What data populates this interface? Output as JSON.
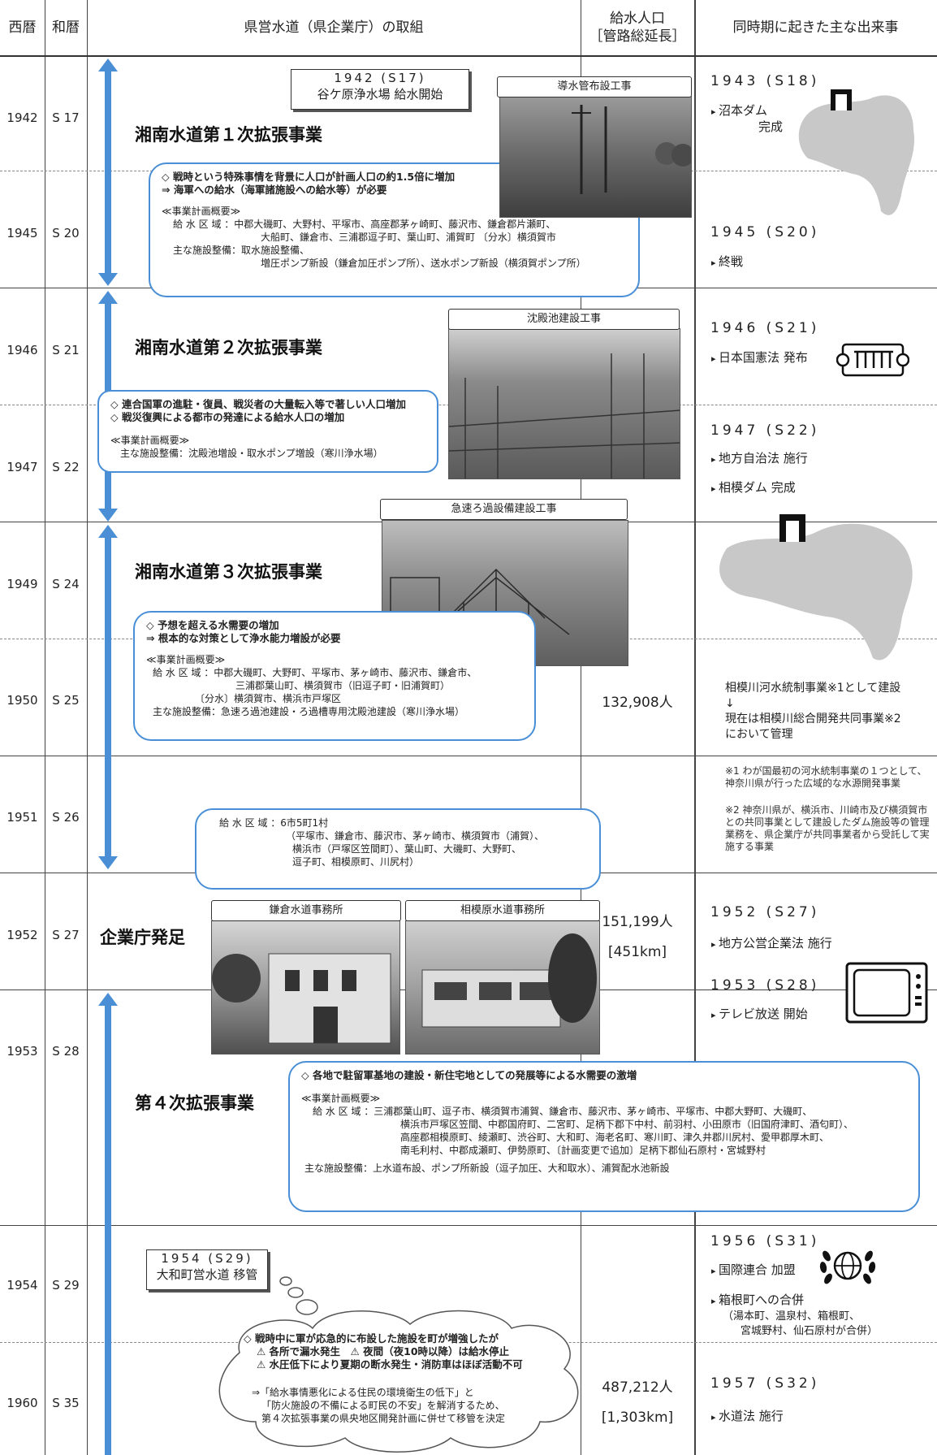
{
  "header": {
    "col_year": "西暦",
    "col_era": "和暦",
    "col_program": "県営水道（県企業庁）の取組",
    "col_population": "給水人口",
    "col_pipe": "［管路総延長］",
    "col_events": "同時期に起きた主な出来事"
  },
  "rows": [
    {
      "year": "1942",
      "era": "S 17"
    },
    {
      "year": "1945",
      "era": "S 20"
    },
    {
      "year": "1946",
      "era": "S 21"
    },
    {
      "year": "1947",
      "era": "S 22"
    },
    {
      "year": "1949",
      "era": "S 24"
    },
    {
      "year": "1950",
      "era": "S 25"
    },
    {
      "year": "1951",
      "era": "S 26"
    },
    {
      "year": "1952",
      "era": "S 27"
    },
    {
      "year": "1953",
      "era": "S 28"
    },
    {
      "year": "1954",
      "era": "S 29"
    },
    {
      "year": "1960",
      "era": "S 35"
    }
  ],
  "box1942": {
    "year": "1942 (S17)",
    "text": "谷ケ原浄水場 給水開始"
  },
  "proj1": {
    "title": "湘南水道第１次拡張事業",
    "l1": "◇ 戦時という特殊事情を背景に人口が計画人口の約1.5倍に増加",
    "l2": "⇒ 海軍への給水（海軍諸施設への給水等）が必要",
    "l3": "≪事業計画概要≫",
    "l4": "給 水 区 域 ：中郡大磯町、大野村、平塚市、高座郡茅ヶ崎町、藤沢市、鎌倉郡片瀬町、",
    "l5": "大船町、鎌倉市、三浦郡逗子町、葉山町、浦賀町 〔分水〕横須賀市",
    "l6": "主な施設整備：取水施設整備、",
    "l7": "増圧ポンプ新設（鎌倉加圧ポンプ所）、送水ポンプ新設（横須賀ポンプ所）",
    "photo": "導水管布設工事"
  },
  "proj2": {
    "title": "湘南水道第２次拡張事業",
    "l1": "◇ 連合国軍の進駐・復員、戦災者の大量転入等で著しい人口増加",
    "l2": "◇ 戦災復興による都市の発達による給水人口の増加",
    "l3": "≪事業計画概要≫",
    "l4": "主な施設整備：沈殿池増設・取水ポンプ増設（寒川浄水場）",
    "photo": "沈殿池建設工事"
  },
  "proj3": {
    "title": "湘南水道第３次拡張事業",
    "l1": "◇ 予想を超える水需要の増加",
    "l2": "⇒ 根本的な対策として浄水能力増設が必要",
    "l3": "≪事業計画概要≫",
    "l4": "給 水 区 域 ：中郡大磯町、大野町、平塚市、茅ヶ崎市、藤沢市、鎌倉市、",
    "l5": "三浦郡葉山町、横須賀市（旧逗子町・旧浦賀町）",
    "l6": "〔分水〕横須賀市、横浜市戸塚区",
    "l7": "主な施設整備：急速ろ過池建設・ろ過槽専用沈殿池建設（寒川浄水場）",
    "photo": "急速ろ過設備建設工事"
  },
  "area1951": {
    "l1": "給 水 区 域 ：6市5町1村",
    "l2": "（平塚市、鎌倉市、藤沢市、茅ヶ崎市、横須賀市（浦賀）、",
    "l3": "横浜市（戸塚区笠間町）、葉山町、大磯町、大野町、",
    "l4": "逗子町、相模原町、川尻村）"
  },
  "agency": {
    "title": "企業庁発足",
    "photo1": "鎌倉水道事務所",
    "photo2": "相模原水道事務所"
  },
  "proj4": {
    "title": "第４次拡張事業",
    "l1": "◇ 各地で駐留軍基地の建設・新住宅地としての発展等による水需要の激増",
    "l2": "≪事業計画概要≫",
    "l3": "給 水 区 域 ：三浦郡葉山町、逗子市、横須賀市浦賀、鎌倉市、藤沢市、茅ヶ崎市、平塚市、中郡大野町、大磯町、",
    "l4": "横浜市戸塚区笠間、中郡国府町、二宮町、足柄下郡下中村、前羽村、小田原市（旧国府津町、酒匂町）、",
    "l5": "高座郡相模原町、綾瀬町、渋谷町、大和町、海老名町、寒川町、津久井郡川尻村、愛甲郡厚木町、",
    "l6": "南毛利村、中郡成瀬町、伊勢原町、〔計画変更で追加〕足柄下郡仙石原村・宮城野村",
    "l7": "主な施設整備：上水道布設、ポンプ所新設（逗子加圧、大和取水）、浦賀配水池新設"
  },
  "box1954": {
    "year": "1954 (S29)",
    "text": "大和町営水道 移管"
  },
  "cloud": {
    "l1": "◇ 戦時中に軍が応急的に布設した施設を町が増強したが",
    "l2": "⚠ 各所で漏水発生　⚠ 夜間（夜10時以降）は給水停止",
    "l3": "⚠ 水圧低下により夏期の断水発生・消防車はほぼ活動不可",
    "l4": "⇒「給水事情悪化による住民の環境衛生の低下」と",
    "l5": "「防火施設の不備による町民の不安」を解消するため、",
    "l6": "第４次拡張事業の県央地区開発計画に併せて移管を決定"
  },
  "population": {
    "p1950": "132,908人",
    "p1952": "151,199人",
    "k1952": "[451km]",
    "p1960": "487,212人",
    "k1960": "[1,303km]"
  },
  "events": {
    "y1943": "1943 (S18)",
    "e1943": "沼本ダム",
    "e1943b": "完成",
    "y1945": "1945 (S20)",
    "e1945": "終戦",
    "y1946": "1946 (S21)",
    "e1946": "日本国憲法 発布",
    "y1947": "1947 (S22)",
    "e1947a": "地方自治法 施行",
    "e1947b": "相模ダム 完成",
    "dam1": "相模川河水統制事業※1として建設",
    "dam2": "↓",
    "dam3": "現在は相模川総合開発共同事業※2",
    "dam4": "において管理",
    "n1": "※1 わが国最初の河水統制事業の１つとして、神奈川県が行った広域的な水源開発事業",
    "n2": "※2 神奈川県が、横浜市、川崎市及び横須賀市との共同事業として建設したダム施設等の管理業務を、県企業庁が共同事業者から受託して実施する事業",
    "y1952": "1952 (S27)",
    "e1952": "地方公営企業法 施行",
    "y1953": "1953 (S28)",
    "e1953": "テレビ放送 開始",
    "y1956": "1956 (S31)",
    "e1956a": "国際連合 加盟",
    "e1956b": "箱根町への合併",
    "e1956c": "（湯本町、温泉村、箱根町、",
    "e1956d": "宮城野村、仙石原村が合併）",
    "y1957": "1957 (S32)",
    "e1957": "水道法 施行"
  },
  "colors": {
    "accent": "#4a8fd6",
    "map": "#c8c8c8",
    "border": "#444444"
  }
}
